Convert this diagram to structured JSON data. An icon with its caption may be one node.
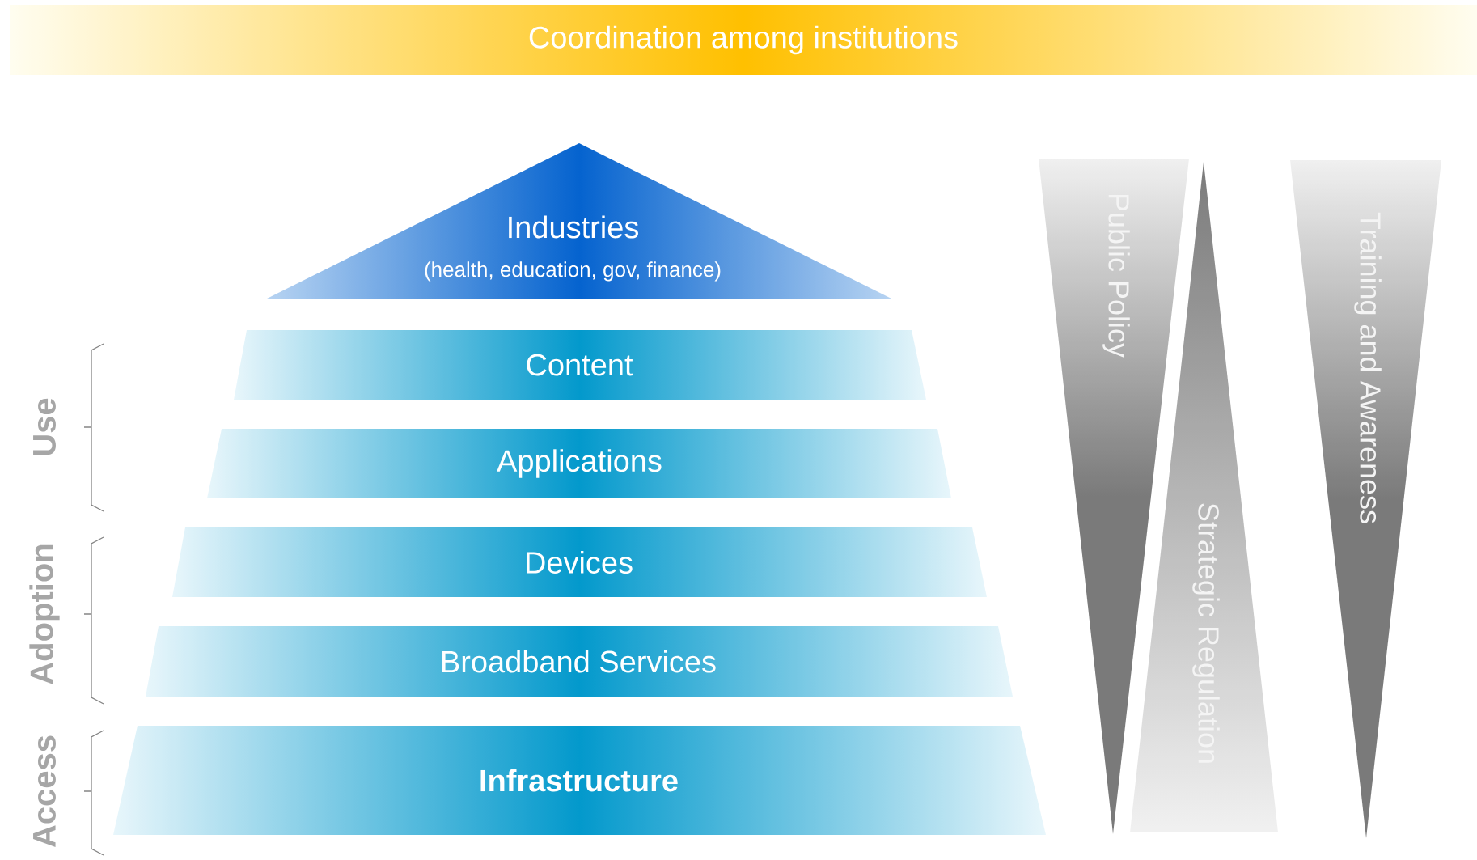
{
  "diagram": {
    "nodes": [
      {
        "text": [
          "Coordination among institutions"
        ]
      },
      {
        "text": [
          "Industries",
          "(health, education, gov, finance)"
        ]
      },
      {
        "text": [
          "Content"
        ]
      },
      {
        "text": [
          "Applications"
        ]
      },
      {
        "text": [
          "Devices"
        ]
      },
      {
        "text": [
          "Broadband Services"
        ]
      },
      {
        "text": [
          "**Infrastructure**"
        ]
      },
      {
        "text": [
          "Public Policy"
        ]
      },
      {
        "text": [
          "Strategic Regulation"
        ]
      },
      {
        "text": [
          "Training and Awareness"
        ]
      }
    ],
    "labels": [
      "Use",
      "Adoption",
      "Access"
    ]
  }
}
